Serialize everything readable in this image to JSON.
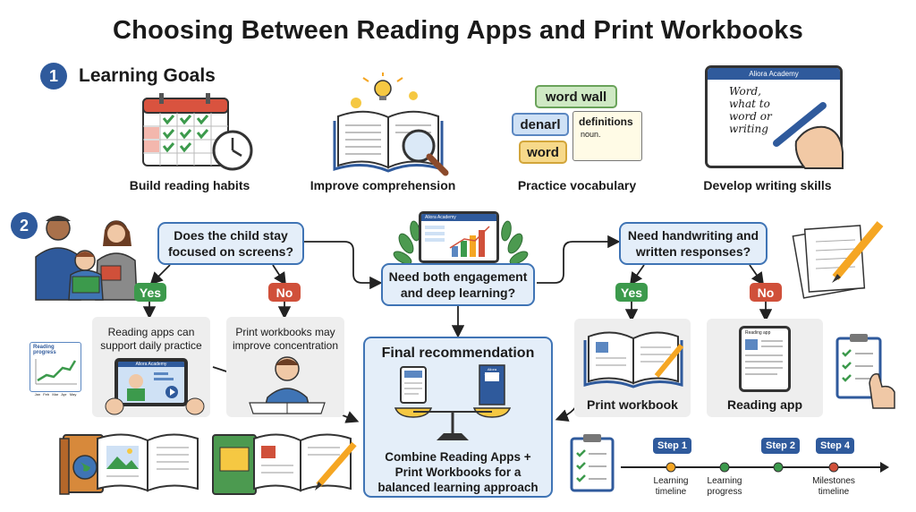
{
  "title": "Choosing Between Reading Apps and Print Workbooks",
  "section1": {
    "number": "1",
    "title": "Learning Goals"
  },
  "section2": {
    "number": "2"
  },
  "goals": [
    {
      "label": "Build reading habits"
    },
    {
      "label": "Improve comprehension"
    },
    {
      "label": "Practice vocabulary"
    },
    {
      "label": "Develop writing skills"
    }
  ],
  "vocab_cards": {
    "word_wall": "word wall",
    "denarl": "denarl",
    "definitions": "definitions",
    "noun": "noun.",
    "word": "word"
  },
  "writing_tablet": {
    "brand": "Aliora Academy",
    "lines": [
      "Word,",
      "what to",
      "word or",
      "writing"
    ]
  },
  "questions": {
    "q1": "Does the child stay focused on screens?",
    "q2": "Need both engagement and deep learning?",
    "q3": "Need handwriting and written responses?"
  },
  "center_tablet_brand": "Aliora Academy",
  "yes_label": "Yes",
  "no_label": "No",
  "outcomes": {
    "apps_daily": "Reading apps can support daily practice",
    "print_focus": "Print workbooks may improve concentration",
    "print_workbook": "Print workbook",
    "reading_app": "Reading app"
  },
  "tablet_small_label": "Aliora Academy",
  "reading_app_screen_label": "Reading app",
  "progress_card": {
    "title": "Reading progress",
    "axis": [
      "Jan",
      "Feb",
      "Mar",
      "Apr",
      "May"
    ]
  },
  "final": {
    "title": "Final recommendation",
    "text": "Combine Reading Apps + Print Workbooks for a balanced learning approach",
    "book_brand": "Aliora Academy"
  },
  "timeline": {
    "steps": [
      "Step 1",
      "Step 2",
      "Step 4"
    ],
    "labels": [
      "Learning timeline",
      "Learning progress",
      "Milestones timeline"
    ]
  },
  "colors": {
    "accent": "#2f5a9c",
    "yes": "#3c9a4c",
    "no": "#d0503a",
    "box_fill": "#e4eef9",
    "box_border": "#3f74b5"
  }
}
